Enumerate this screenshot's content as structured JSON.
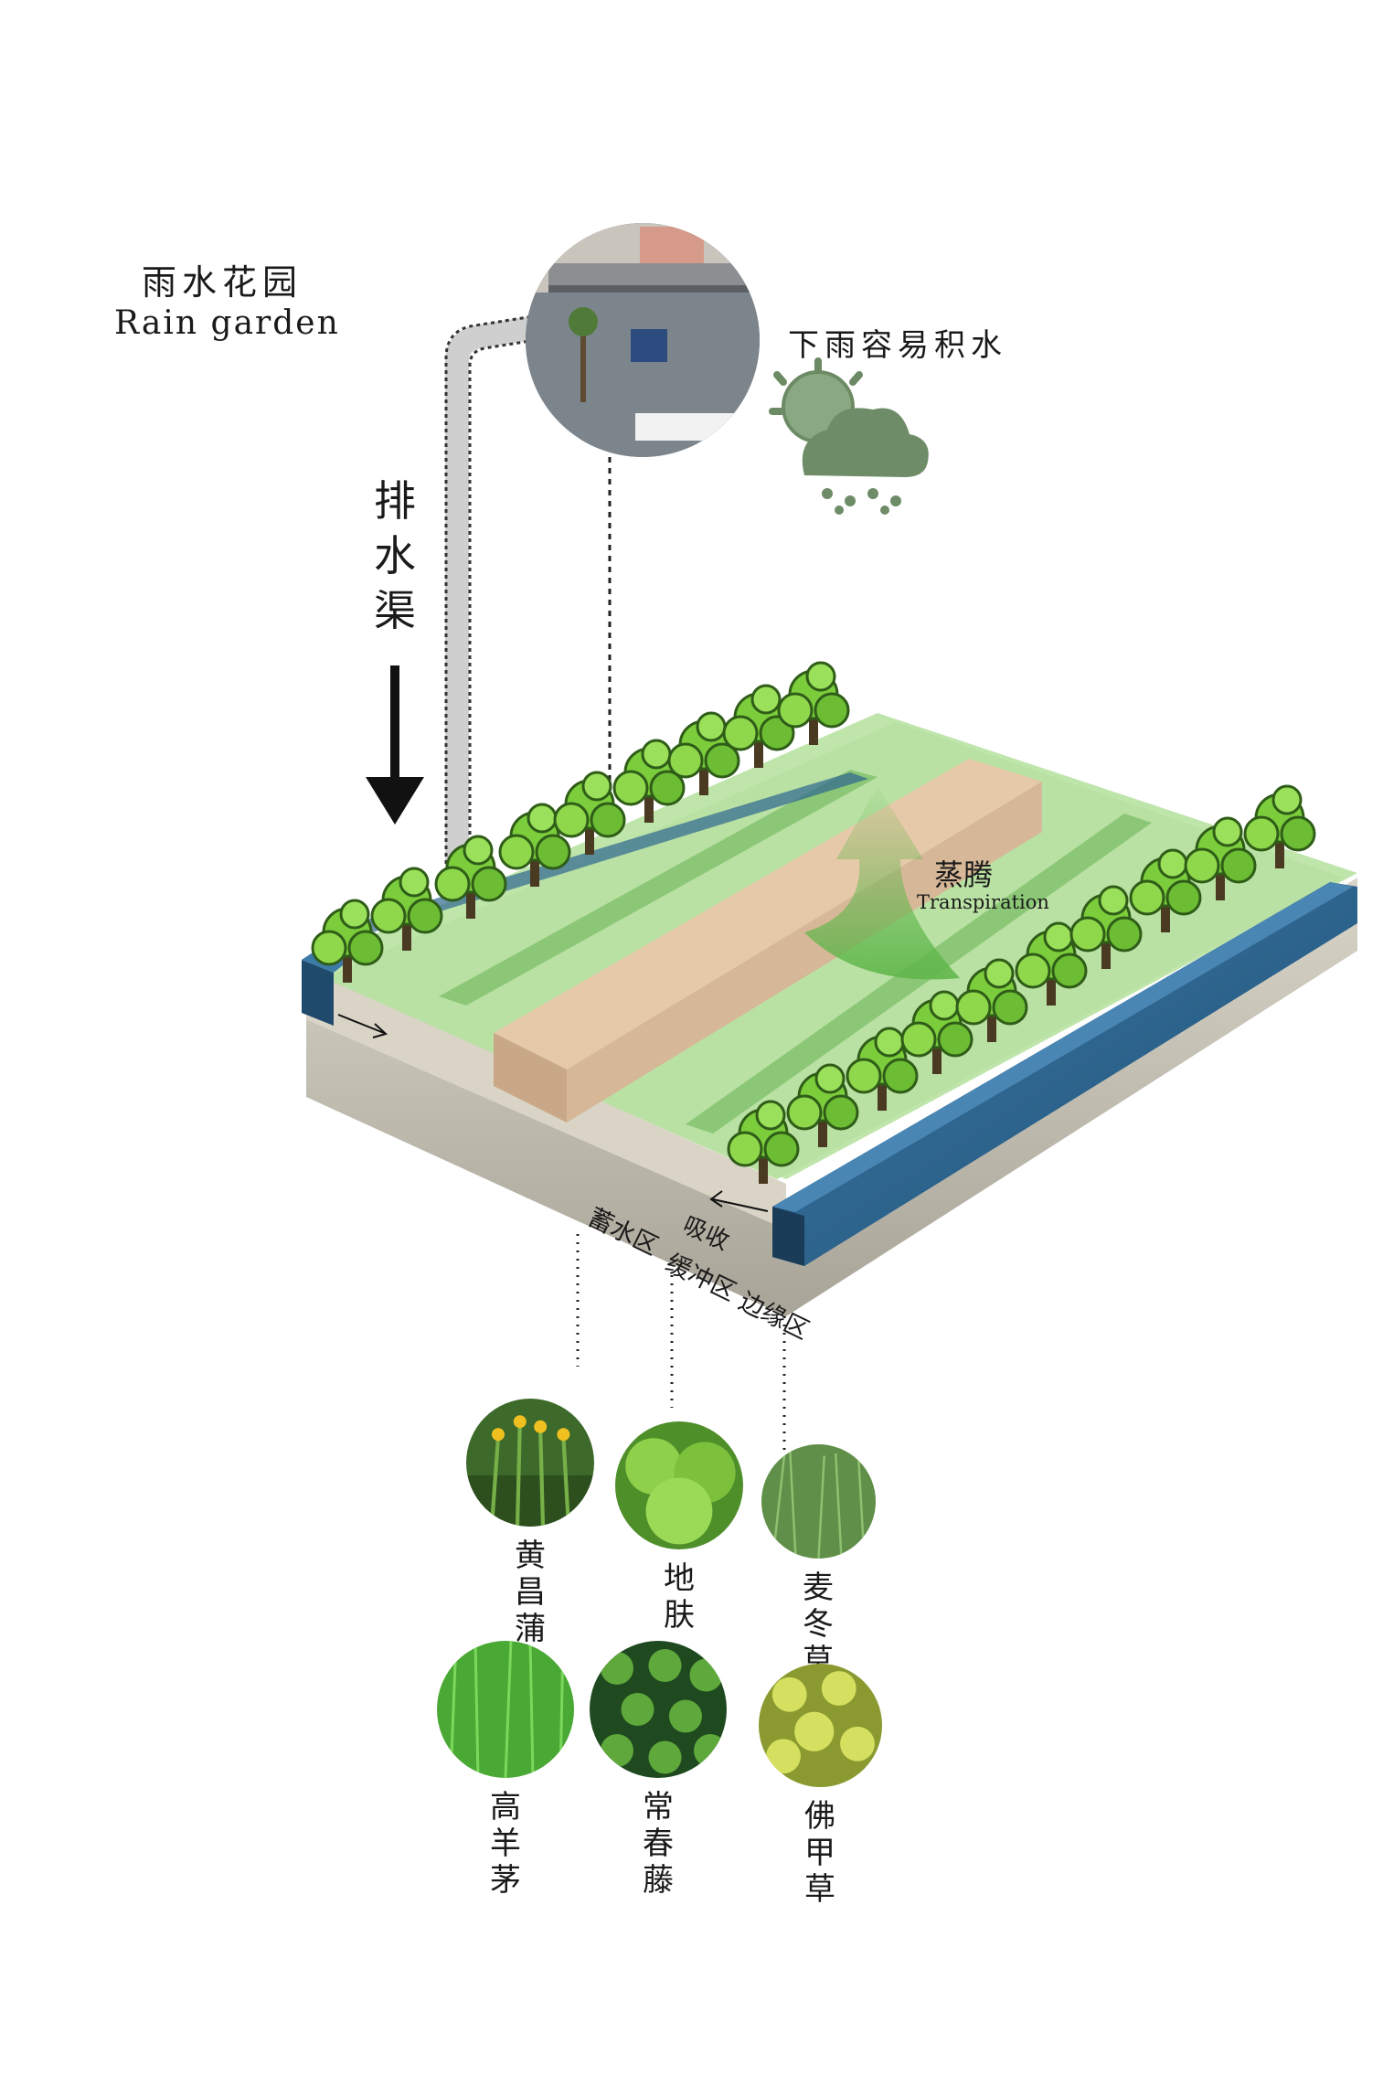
{
  "title": {
    "cn": "雨水花园",
    "en": "Rain garden"
  },
  "rain_note": "下雨容易积水",
  "drain_label": "排水渠",
  "transpiration": {
    "cn": "蒸腾",
    "en": "Transpiration"
  },
  "absorb_label": "吸收",
  "zones": [
    "蓄水区",
    "缓冲区",
    "边缘区"
  ],
  "plants": [
    {
      "name": "黄昌蒲",
      "icon": "iris-photo"
    },
    {
      "name": "地肤",
      "icon": "kochia-photo"
    },
    {
      "name": "麦冬草",
      "icon": "liriope-photo"
    },
    {
      "name": "高羊茅",
      "icon": "fescue-photo"
    },
    {
      "name": "常春藤",
      "icon": "ivy-photo"
    },
    {
      "name": "佛甲草",
      "icon": "sedum-photo"
    }
  ],
  "colors": {
    "ground": "#b8e0a4",
    "path": "#e5c9a8",
    "water": "#2e6690",
    "tree": "#7ccd3c",
    "soil": "#c8c4b8"
  }
}
